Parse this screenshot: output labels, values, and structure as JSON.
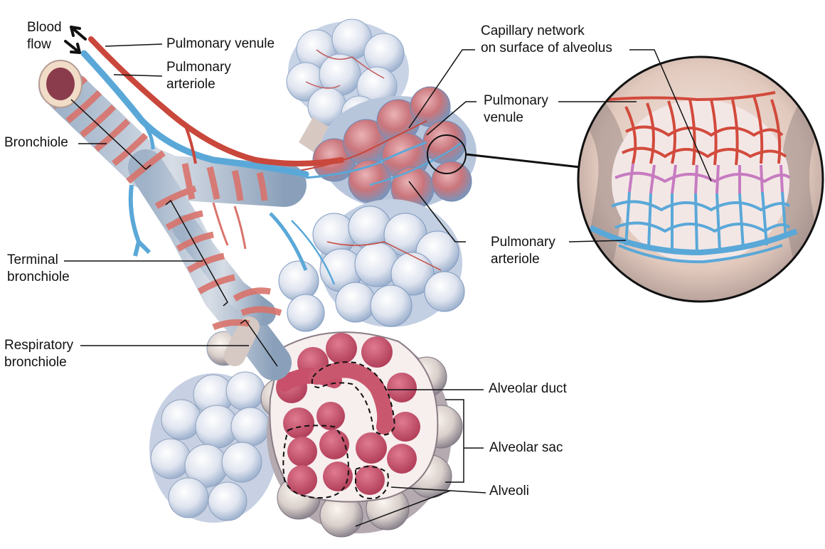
{
  "diagram": {
    "title": "Bronchiole, alveolar sac and capillary network on alveolus",
    "labels": {
      "blood_flow": [
        "Blood",
        "flow"
      ],
      "pulmonary_venule_top": "Pulmonary venule",
      "pulmonary_arteriole_top": [
        "Pulmonary",
        "arteriole"
      ],
      "bronchiole": "Bronchiole",
      "terminal_bronchiole": [
        "Terminal",
        "bronchiole"
      ],
      "respiratory_bronchiole": [
        "Respiratory",
        "bronchiole"
      ],
      "capillary_network": [
        "Capillary network",
        "on surface of alveolus"
      ],
      "pulmonary_venule_right": [
        "Pulmonary",
        "venule"
      ],
      "pulmonary_arteriole_right": [
        "Pulmonary",
        "arteriole"
      ],
      "alveolar_duct": "Alveolar duct",
      "alveolar_sac": "Alveolar sac",
      "alveoli": "Alveoli"
    },
    "colors": {
      "venule_red": "#c9473b",
      "arteriole_blue": "#5aa8d8",
      "bronchiole_pink": "#d9736c",
      "alveolus_pale": "#dfe4ef",
      "alveolus_inner": "#c9506a",
      "inset_bg": "#e8cfc2",
      "mixed_purple": "#c67bc0"
    }
  }
}
